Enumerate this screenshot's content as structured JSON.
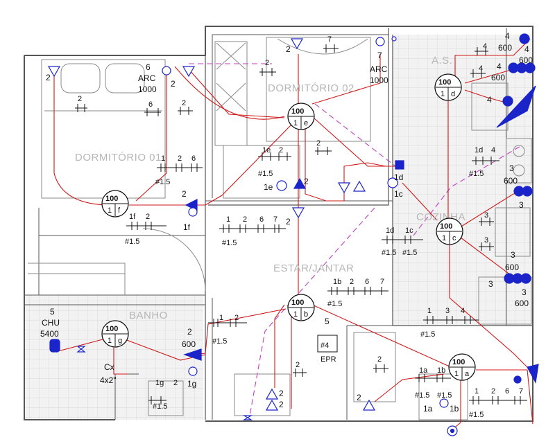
{
  "colors": {
    "wall": "#555555",
    "circuit": "#d01818",
    "furniture": "#8a8a8a",
    "symbol_blue": "#1a24c8",
    "dashed": "#c040c0",
    "text": "#111111",
    "room_label": "#b6b6b6",
    "tile": "#e8e8e8"
  },
  "rooms": [
    {
      "id": "dorm1",
      "label": "DORMITÓRIO 01"
    },
    {
      "id": "dorm2",
      "label": "DORMITÓRIO 02"
    },
    {
      "id": "as",
      "label": "A.S."
    },
    {
      "id": "cozinha",
      "label": "COZINHA"
    },
    {
      "id": "estar",
      "label": "ESTAR/JANTAR"
    },
    {
      "id": "banho",
      "label": "BANHO"
    }
  ],
  "fixtures": [
    {
      "id": "f",
      "power": "100",
      "circuit": "1",
      "tag": "f"
    },
    {
      "id": "e",
      "power": "100",
      "circuit": "1",
      "tag": "e"
    },
    {
      "id": "d",
      "power": "100",
      "circuit": "1",
      "tag": "d"
    },
    {
      "id": "c",
      "power": "100",
      "circuit": "1",
      "tag": "c"
    },
    {
      "id": "b",
      "power": "100",
      "circuit": "1",
      "tag": "b"
    },
    {
      "id": "g",
      "power": "100",
      "circuit": "1",
      "tag": "g"
    },
    {
      "id": "a",
      "power": "100",
      "circuit": "1",
      "tag": "a"
    }
  ],
  "equipment": {
    "arc1": {
      "circuit": "6",
      "name": "ARC",
      "power": "1000"
    },
    "arc2": {
      "circuit": "7",
      "name": "ARC",
      "power": "1000"
    },
    "chu": {
      "circuit": "5",
      "name": "CHU",
      "power": "5400"
    },
    "cx": {
      "name": "Cx",
      "size": "4x2\""
    },
    "epr": {
      "circuit": "5",
      "gauge": "#4",
      "name": "EPR"
    }
  },
  "outlets": {
    "as_1": {
      "circuit": "4",
      "power": "600"
    },
    "as_2": {
      "circuit": "4",
      "power": "600"
    },
    "as_3": {
      "circuit": "4",
      "power": "600"
    },
    "as_4": {
      "circuit": "4"
    },
    "as_5": {
      "circuit": "4"
    },
    "coz_1": {
      "circuit": "3",
      "power": "600"
    },
    "coz_2": {
      "circuit": "3"
    },
    "coz_3": {
      "circuit": "3",
      "power": "600"
    },
    "coz_4": {
      "circuit": "3",
      "power": "600"
    },
    "coz_5": {
      "circuit": "3"
    },
    "banho": {
      "circuit": "2",
      "power": "600"
    }
  },
  "labels": {
    "n1": "1",
    "n2": "2",
    "n3": "3",
    "n4": "4",
    "n5": "5",
    "n6": "6",
    "n7": "7",
    "g15": "#1.5",
    "s1a": "1a",
    "s1b": "1b",
    "s1c": "1c",
    "s1d": "1d",
    "s1e": "1e",
    "s1f": "1f",
    "s1g": "1g"
  }
}
